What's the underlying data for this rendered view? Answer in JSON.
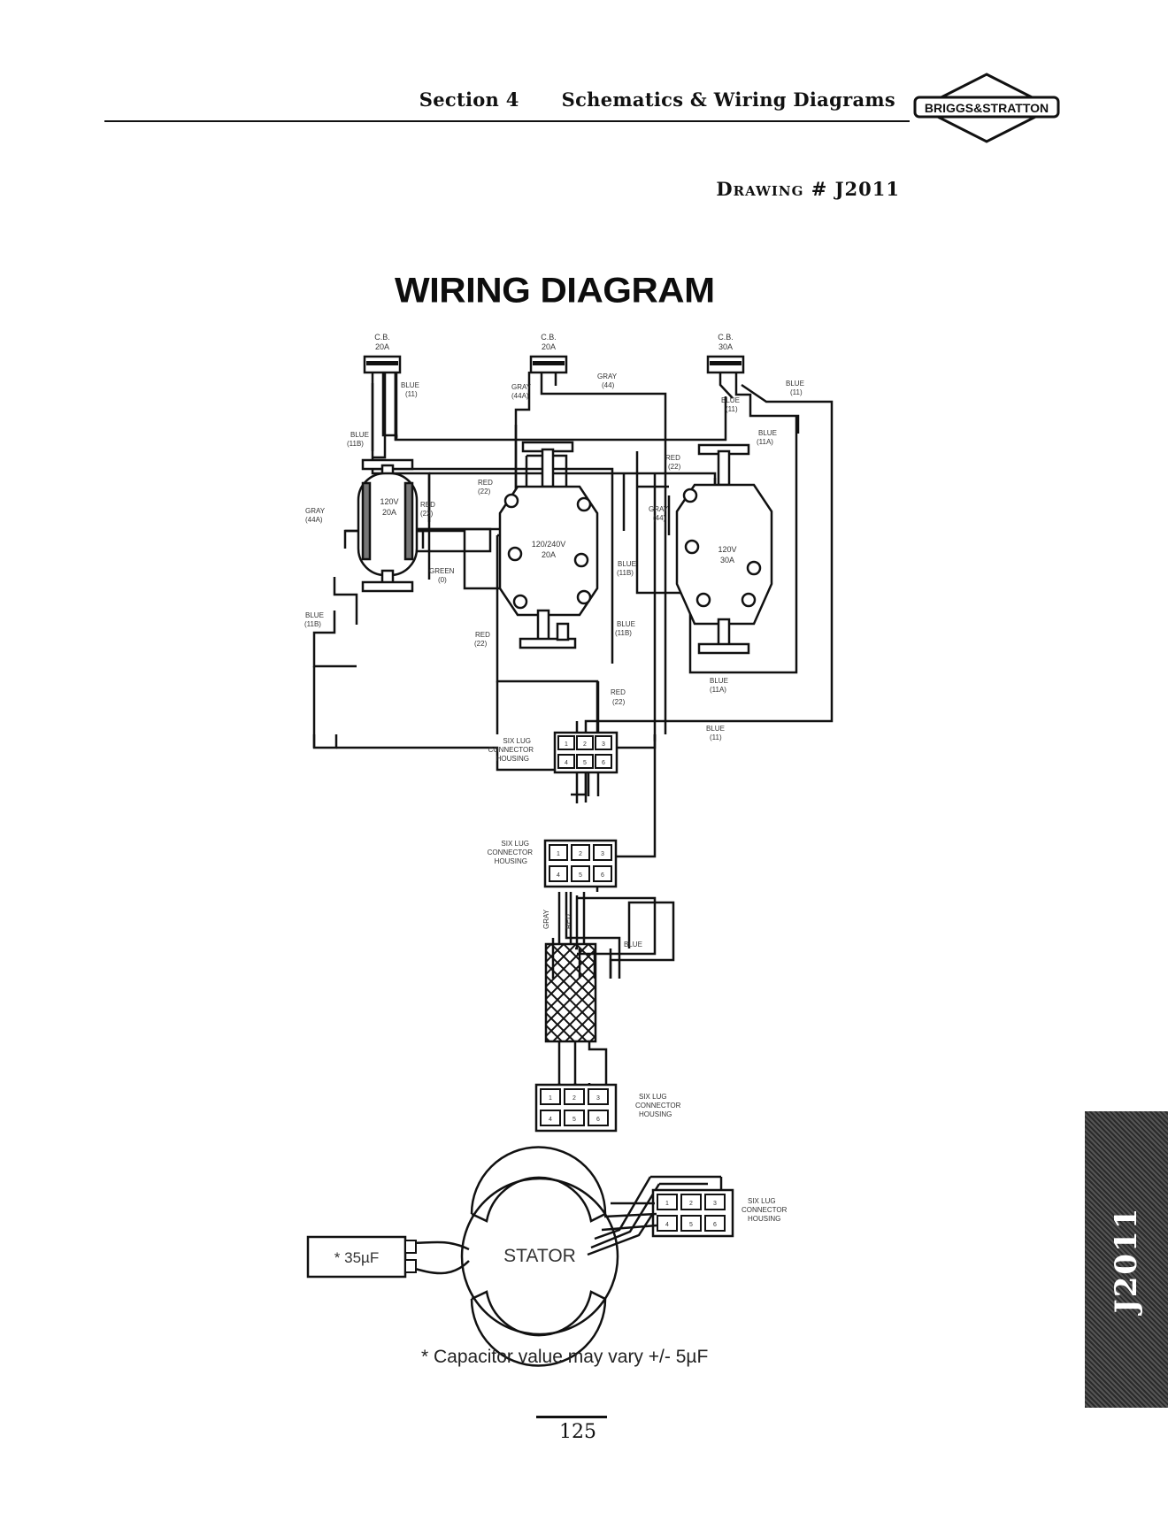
{
  "header": {
    "section": "Section 4",
    "title": "Schematics & Wiring Diagrams",
    "brand": "BRIGGS&STRATTON"
  },
  "drawing": {
    "prefix": "D",
    "prefix_small": "RAWING",
    "number": "# J2011"
  },
  "diagram_title": "WIRING DIAGRAM",
  "breakers": [
    {
      "label": "C.B.",
      "rating": "20A"
    },
    {
      "label": "C.B.",
      "rating": "20A"
    },
    {
      "label": "C.B.",
      "rating": "30A"
    }
  ],
  "outlets": [
    {
      "voltage": "120V",
      "amps": "20A"
    },
    {
      "voltage": "120/240V",
      "amps": "20A"
    },
    {
      "voltage": "120V",
      "amps": "30A"
    }
  ],
  "wires": {
    "blue_11_a": "BLUE",
    "blue_11_a_num": "(11)",
    "gray_44": "GRAY",
    "gray_44_num": "(44)",
    "gray_44a_top": "GRAY",
    "gray_44a_top_num": "(44A)",
    "blue_11_right": "BLUE",
    "blue_11_right_num": "(11)",
    "blue_11_c": "BLUE",
    "blue_11_c_num": "(11)",
    "blue_11a": "BLUE",
    "blue_11a_num": "(11A)",
    "blue_11b": "BLUE",
    "blue_11b_num": "(11B)",
    "red_22": "RED",
    "red_22_num": "(22)",
    "red_22_right": "RED",
    "red_22_right_num": "(22)",
    "gray_44a_left": "GRAY",
    "gray_44a_left_num": "(44A)",
    "red_22_left": "RED",
    "red_22_left_num": "(22)",
    "gray_44_mid": "GRAY",
    "gray_44_mid_num": "(44)",
    "green": "GREEN",
    "green_num": "(0)",
    "blue_11b_mid": "BLUE",
    "blue_11b_mid_num": "(11B)",
    "blue_11b_left": "BLUE",
    "blue_11b_left_num": "(11B)",
    "red_22_low": "RED",
    "red_22_low_num": "(22)",
    "blue_11b_low": "BLUE",
    "blue_11b_low_num": "(11B)",
    "blue_11a_low": "BLUE",
    "blue_11a_low_num": "(11A)",
    "red_22_lower": "RED",
    "red_22_lower_num": "(22)",
    "blue_11_lower": "BLUE",
    "blue_11_lower_num": "(11)",
    "gray_vert": "GRAY",
    "red_vert": "RED",
    "blue_harness": "BLUE"
  },
  "connectors": {
    "label_line1": "SIX LUG",
    "label_line2": "CONNECTOR",
    "label_line3": "HOUSING",
    "pins_top": [
      "1",
      "2",
      "3"
    ],
    "pins_bottom": [
      "4",
      "5",
      "6"
    ]
  },
  "capacitor": "* 35µF",
  "stator": "STATOR",
  "capacitor_note": "* Capacitor value may vary +/- 5µF",
  "page_number": "125",
  "side_tab": "J2011"
}
